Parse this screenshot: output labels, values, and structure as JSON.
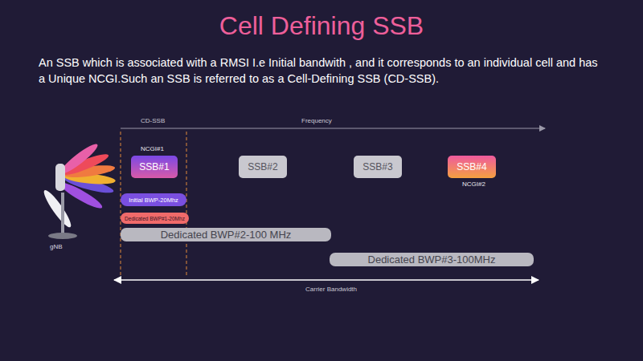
{
  "diagram": {
    "title": "Cell Defining SSB",
    "nodes": [
      {
        "text": [
          "NCGI#1",
          "SSB#1"
        ]
      },
      {
        "text": [
          "SSB#2"
        ]
      },
      {
        "text": [
          "SSB#3"
        ]
      },
      {
        "text": [
          "SSB#4",
          "NCGI#2"
        ]
      },
      {
        "text": [
          "Initial BWP-20Mhz"
        ]
      },
      {
        "text": [
          "Dedicated BWP#1-20Mhz"
        ]
      },
      {
        "text": [
          "Dedicated BWP#2-100 MHz"
        ]
      },
      {
        "text": [
          "Dedicated BWP#3-100MHz"
        ]
      }
    ],
    "labels": [
      "An SSB which is associated with a RMSI I.e Initial bandwith , and it corresponds to an individual cell and has a Unique NCGI.Such an SSB is referred to as a Cell-Defining SSB (CD-SSB).",
      "CD-SSB",
      "Frequency",
      "gNB",
      "Carrier Bandwidth"
    ]
  }
}
